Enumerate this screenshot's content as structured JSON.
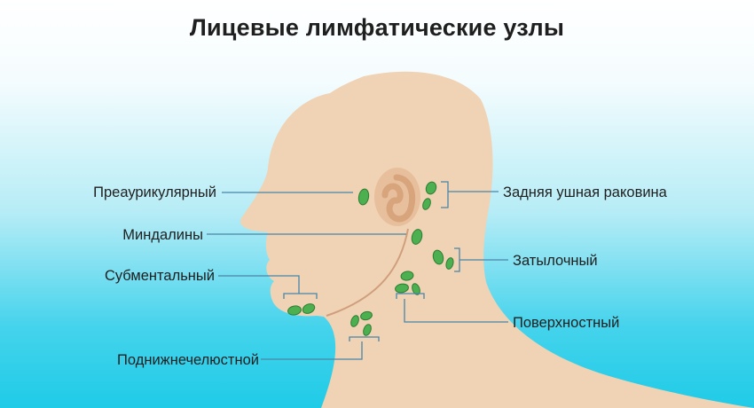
{
  "title": "Лицевые лимфатические узлы",
  "labels": {
    "preauricular": "Преаурикулярный",
    "tonsils": "Миндалины",
    "submental": "Субментальный",
    "submandibular": "Поднижнечелюстной",
    "posterior_auricular": "Задняя ушная раковина",
    "occipital": "Затылочный",
    "superficial": "Поверхностный"
  },
  "colors": {
    "skin": "#f0d2b4",
    "ear_inner": "#e2b18a",
    "node_fill": "#4caf50",
    "node_stroke": "#2e7d32",
    "leader_line": "#4a86a8",
    "text": "#1f1f1f"
  }
}
